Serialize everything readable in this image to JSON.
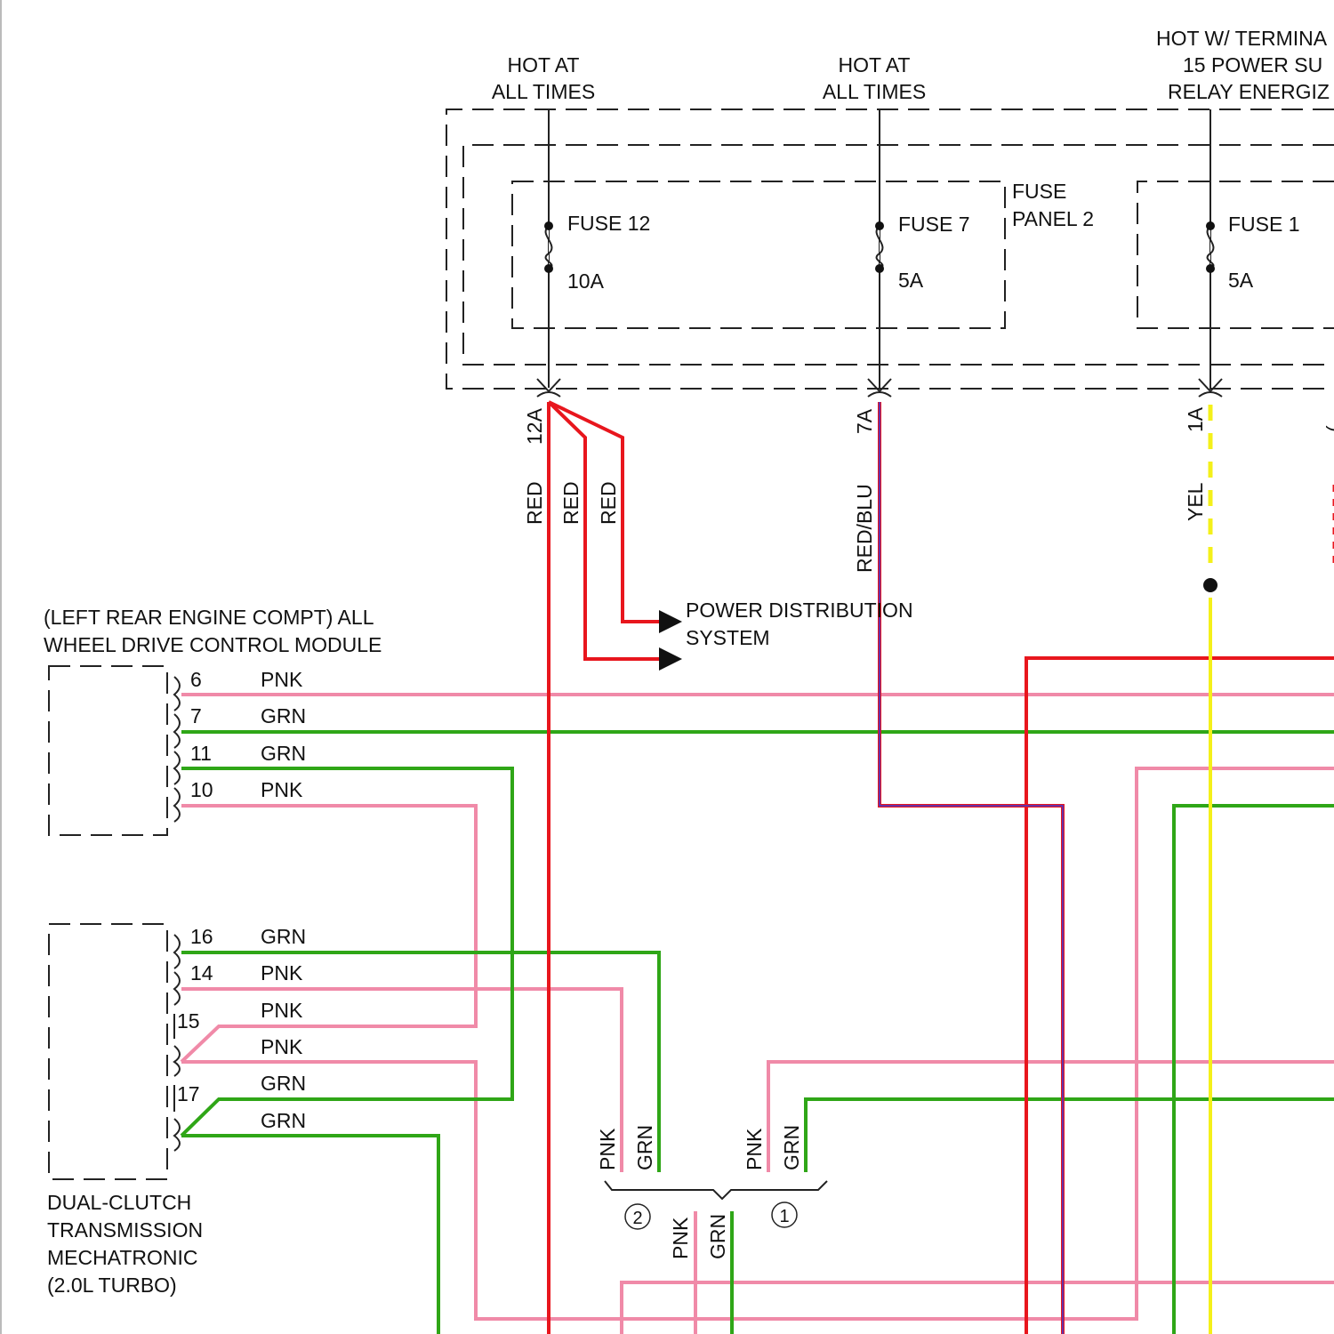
{
  "colors": {
    "RED": "#e8161d",
    "PNK": "#f08aa8",
    "GRN": "#2fa617",
    "YEL": "#f4f01a",
    "BLU": "#3a3ad8"
  },
  "power_sources": {
    "fuse12": [
      "HOT AT",
      "ALL TIMES"
    ],
    "fuse7": [
      "HOT AT",
      "ALL TIMES"
    ],
    "fuse1": [
      "HOT W/ TERMINA",
      "15 POWER SU",
      "RELAY ENERGIZ"
    ]
  },
  "fuse_panel": {
    "label": [
      "FUSE",
      "PANEL 2"
    ]
  },
  "fuses": {
    "f12": {
      "name": "FUSE 12",
      "rating": "10A"
    },
    "f7": {
      "name": "FUSE 7",
      "rating": "5A"
    },
    "f1": {
      "name": "FUSE 1",
      "rating": "5A"
    }
  },
  "terminals": {
    "t12a": "12A",
    "t7a": "7A",
    "t1a": "1A"
  },
  "wire_labels": {
    "red1": "RED",
    "red2": "RED",
    "red3": "RED",
    "redblu": "RED/BLU",
    "yel": "YEL"
  },
  "power_distribution": [
    "POWER DISTRIBUTION",
    "SYSTEM"
  ],
  "awd_module": {
    "label": [
      "(LEFT REAR ENGINE COMPT) ALL",
      "WHEEL DRIVE CONTROL MODULE"
    ],
    "pins": [
      {
        "pin": "6",
        "color": "PNK"
      },
      {
        "pin": "7",
        "color": "GRN"
      },
      {
        "pin": "11",
        "color": "GRN"
      },
      {
        "pin": "10",
        "color": "PNK"
      }
    ]
  },
  "mechatronic": {
    "label": [
      "DUAL-CLUTCH",
      "TRANSMISSION",
      "MECHATRONIC",
      "(2.0L TURBO)"
    ],
    "pins": [
      {
        "pin": "16",
        "color": "GRN"
      },
      {
        "pin": "14",
        "color": "PNK"
      },
      {
        "pin": "15",
        "color": "PNK"
      },
      {
        "pin": "",
        "color": "PNK"
      },
      {
        "pin": "17",
        "color": "GRN"
      },
      {
        "pin": "",
        "color": "GRN"
      }
    ]
  },
  "splice": {
    "left_pair": [
      "PNK",
      "GRN"
    ],
    "right_pair": [
      "PNK",
      "GRN"
    ],
    "bottom_pair": [
      "PNK",
      "GRN"
    ],
    "label_left": "2",
    "label_right": "1"
  }
}
